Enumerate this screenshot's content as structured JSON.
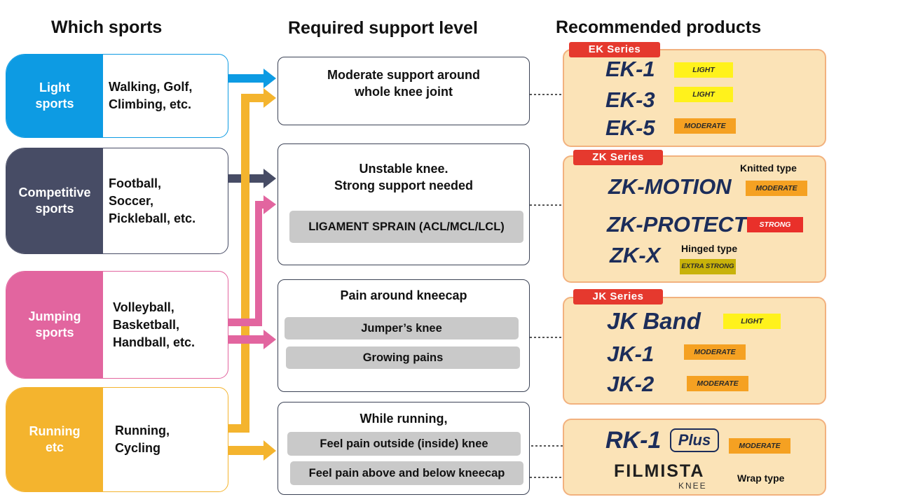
{
  "headers": {
    "sports": "Which sports",
    "support": "Required support level",
    "products": "Recommended products"
  },
  "sports": [
    {
      "category": [
        "Light",
        "sports"
      ],
      "examples": [
        "Walking, Golf,",
        "Climbing, etc."
      ],
      "color": "#0d9be3"
    },
    {
      "category": [
        "Competitive",
        "sports"
      ],
      "examples": [
        "Football,",
        "Soccer,",
        "Pickleball, etc."
      ],
      "color": "#474c65"
    },
    {
      "category": [
        "Jumping",
        "sports"
      ],
      "examples": [
        "Volleyball,",
        "Basketball,",
        "Handball, etc."
      ],
      "color": "#e2659f"
    },
    {
      "category": [
        "Running",
        "etc"
      ],
      "examples": [
        "Running,",
        "Cycling"
      ],
      "color": "#f4b42e"
    }
  ],
  "needs": [
    {
      "title": [
        "Moderate support around",
        "whole knee joint"
      ],
      "items": []
    },
    {
      "title": [
        "Unstable knee.",
        "Strong support needed"
      ],
      "items": [
        "LIGAMENT SPRAIN (ACL/MCL/LCL)"
      ]
    },
    {
      "title": [
        "Pain around kneecap"
      ],
      "items": [
        "Jumper’s knee",
        "Growing pains"
      ]
    },
    {
      "title": [
        "While running,"
      ],
      "items": [
        "Feel pain outside (inside) knee",
        "Feel pain above and below kneecap"
      ]
    }
  ],
  "series": [
    {
      "name": "EK Series",
      "products": [
        {
          "name": "EK-1",
          "level": "LIGHT"
        },
        {
          "name": "EK-3",
          "level": "LIGHT"
        },
        {
          "name": "EK-5",
          "level": "MODERATE"
        }
      ]
    },
    {
      "name": "ZK Series",
      "products": [
        {
          "name": "ZK-MOTION",
          "level": "MODERATE"
        },
        {
          "name": "ZK-PROTECT",
          "level": "STRONG"
        },
        {
          "name": "ZK-X",
          "level": "EXTRA STRONG"
        }
      ],
      "notes": {
        "knitted": "Knitted type",
        "hinged": "Hinged type"
      }
    },
    {
      "name": "JK Series",
      "products": [
        {
          "name": "JK Band",
          "level": "LIGHT"
        },
        {
          "name": "JK-1",
          "level": "MODERATE"
        },
        {
          "name": "JK-2",
          "level": "MODERATE"
        }
      ]
    },
    {
      "name": "",
      "products": [
        {
          "name": "RK-1",
          "suffix": "Plus",
          "level": "MODERATE"
        },
        {
          "name": "FILMISTA",
          "sub": "KNEE",
          "note": "Wrap type"
        }
      ]
    }
  ]
}
